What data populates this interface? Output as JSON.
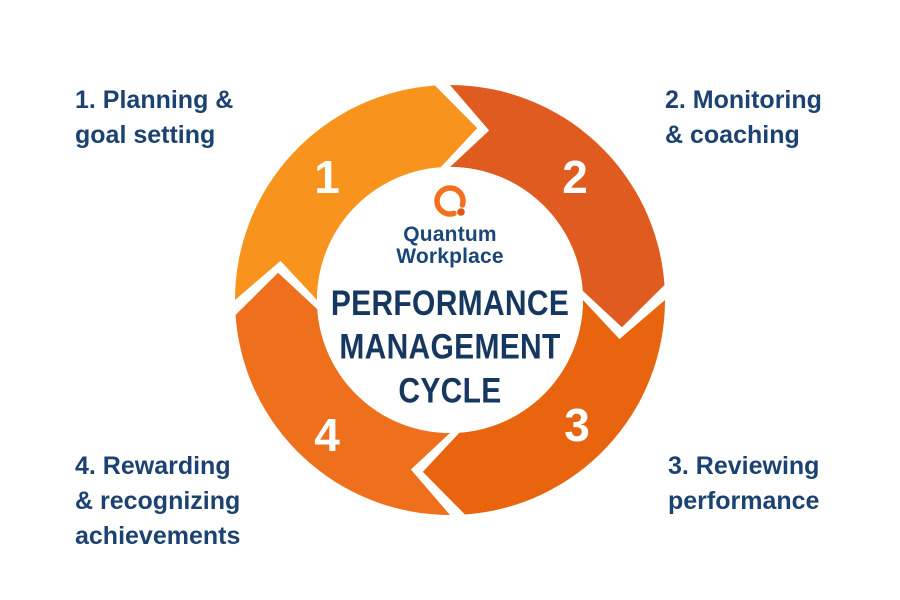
{
  "page": {
    "background": "#ffffff",
    "type": "cycle-infographic"
  },
  "brand": {
    "name_line1": "Quantum",
    "name_line2": "Workplace",
    "ring_color": "#f2711f",
    "dot_color": "#e25413",
    "text_color": "#1b4678"
  },
  "cycle": {
    "title": "PERFORMANCE MANAGEMENT CYCLE",
    "title_lines": [
      "PERFORMANCE",
      "MANAGEMENT",
      "CYCLE"
    ],
    "title_color": "#16375f",
    "label_color": "#1c4271",
    "direction": "clockwise",
    "segments": [
      {
        "number": "1",
        "color": "#f8941d",
        "label": "1. Planning & goal setting",
        "label_lines": [
          "1. Planning &",
          "goal setting"
        ]
      },
      {
        "number": "2",
        "color": "#df5b1f",
        "label": "2. Monitoring & coaching",
        "label_lines": [
          "2. Monitoring",
          "& coaching"
        ]
      },
      {
        "number": "3",
        "color": "#e8640e",
        "label": "3. Reviewing performance",
        "label_lines": [
          "3. Reviewing",
          "performance"
        ]
      },
      {
        "number": "4",
        "color": "#ee701d",
        "label": "4. Rewarding & recognizing achievements",
        "label_lines": [
          "4. Rewarding",
          "& recognizing",
          "achievements"
        ]
      }
    ]
  }
}
